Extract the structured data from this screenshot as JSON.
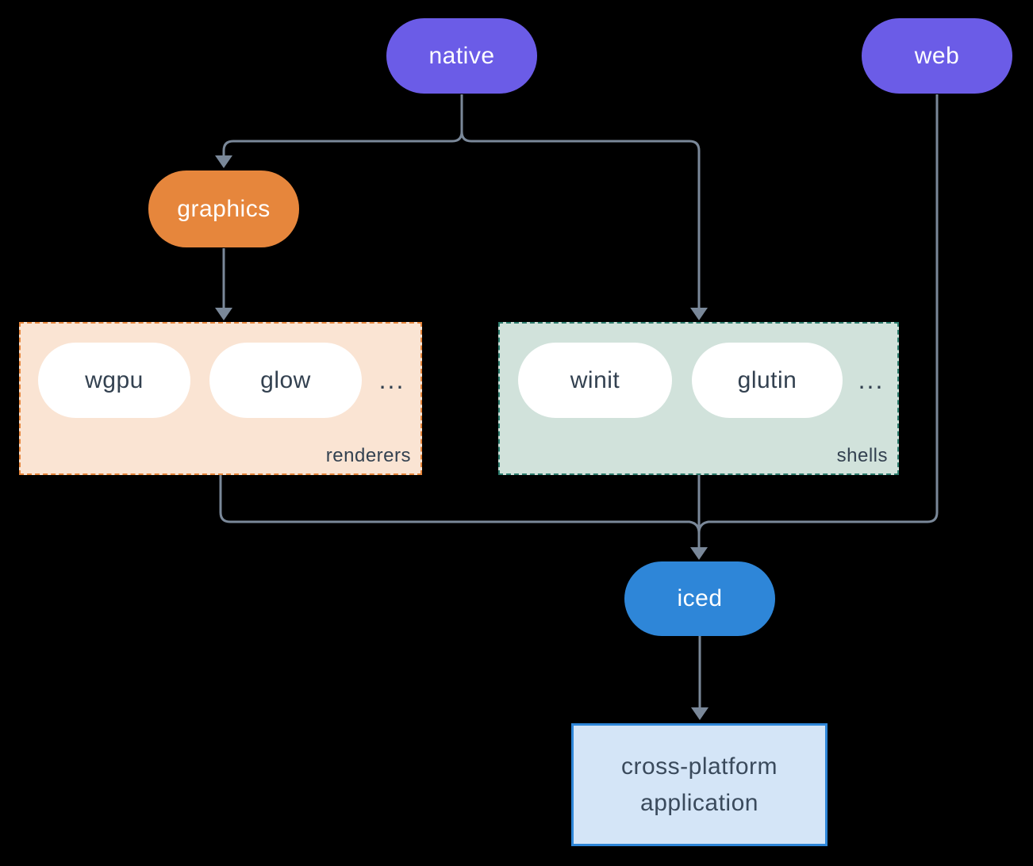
{
  "diagram": {
    "background": "#000000",
    "connector_color": "#7a8899",
    "nodes": {
      "native": {
        "label": "native",
        "color": "#6b5ce7"
      },
      "web": {
        "label": "web",
        "color": "#6b5ce7"
      },
      "graphics": {
        "label": "graphics",
        "color": "#e6863c"
      },
      "iced": {
        "label": "iced",
        "color": "#2e86d8"
      },
      "application": {
        "label_line1": "cross-platform",
        "label_line2": "application",
        "fill": "#d4e5f7",
        "border": "#2e86d8"
      }
    },
    "groups": {
      "renderers": {
        "label": "renderers",
        "fill": "#fae4d3",
        "border": "#e6863c",
        "items": [
          "wgpu",
          "glow"
        ],
        "more": "..."
      },
      "shells": {
        "label": "shells",
        "fill": "#d1e2db",
        "border": "#2e7d6e",
        "items": [
          "winit",
          "glutin"
        ],
        "more": "..."
      }
    },
    "edges": [
      "native -> graphics",
      "native -> shells",
      "graphics -> renderers",
      "renderers -> iced",
      "shells -> iced",
      "web -> iced",
      "iced -> application"
    ]
  }
}
